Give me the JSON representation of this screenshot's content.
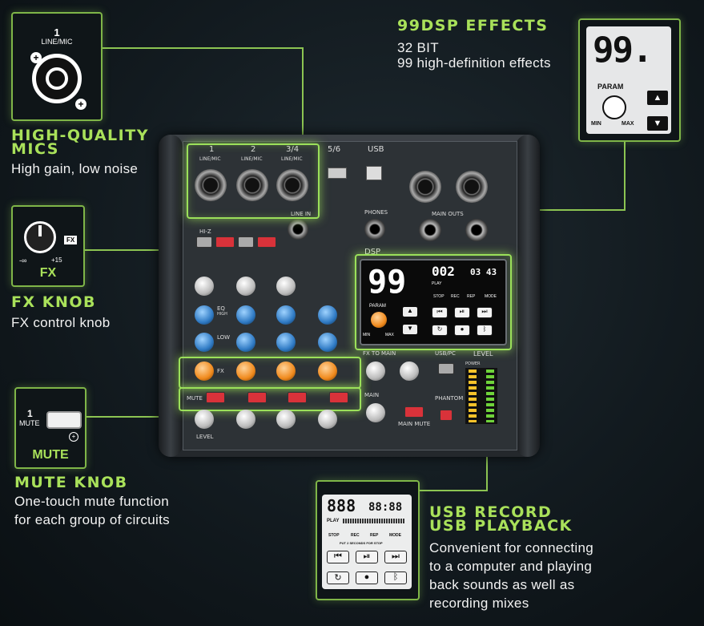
{
  "features": {
    "dsp": {
      "title": "99DSP EFFECTS",
      "line1": "32 BIT",
      "line2": "99 high-definition effects"
    },
    "mics": {
      "title_line1": "HIGH-QUALITY",
      "title_line2": "MICS",
      "desc": "High gain, low noise"
    },
    "fx": {
      "title": "FX KNOB",
      "desc": "FX control knob"
    },
    "mute": {
      "title": "MUTE KNOB",
      "desc_line1": "One-touch mute function",
      "desc_line2": "for each group of circuits"
    },
    "usb": {
      "title_line1": "USB RECORD",
      "title_line2": "USB PLAYBACK",
      "desc_line1": "Convenient for connecting",
      "desc_line2": "to a computer and playing",
      "desc_line3": "back sounds as well as",
      "desc_line4": "recording mixes"
    }
  },
  "callouts": {
    "mic": {
      "channel": "1",
      "label": "LINE/MIC"
    },
    "fx": {
      "badge": "FX",
      "min": "-∞",
      "max": "+15",
      "label": "FX"
    },
    "mute": {
      "channel": "1",
      "sub": "MUTE",
      "label": "MUTE"
    },
    "dsp": {
      "display": "99.",
      "param": "PARAM",
      "min": "MIN",
      "max": "MAX"
    },
    "usb": {
      "digits": "888",
      "time": "88:88",
      "play": "PLAY",
      "stop": "STOP",
      "rec": "REC",
      "rep": "REP",
      "mode": "MODE",
      "hint": "PUT 2 SECONDS FOR STOP"
    }
  },
  "mixer": {
    "channels": [
      "1",
      "2",
      "3/4",
      "5/6"
    ],
    "input_labels": [
      "LINE/MIC",
      "LINE/MIC",
      "LINE/MIC"
    ],
    "usb_label": "USB",
    "main_outs": "MAIN OUTS",
    "phones": "PHONES",
    "line_in": "LINE IN",
    "eq": "EQ",
    "high": "HIGH",
    "low": "LOW",
    "fx": "FX",
    "mute": "MUTE",
    "level": "LEVEL",
    "fx_to_main": "FX TO MAIN",
    "main": "MAIN",
    "main_mute": "MAIN MUTE",
    "usb_pc": "USB/PC",
    "level_meter": "LEVEL",
    "power": "POWER",
    "phantom": "PHANTOM",
    "hiz": "HI-Z",
    "dsp_label": "DSP",
    "display": {
      "effect": "99",
      "track": "002",
      "time": "03 43",
      "play": "PLAY",
      "param": "PARAM",
      "stop": "STOP",
      "rec": "REC",
      "rep": "REP",
      "mode": "MODE",
      "min": "MIN",
      "max": "MAX"
    }
  }
}
